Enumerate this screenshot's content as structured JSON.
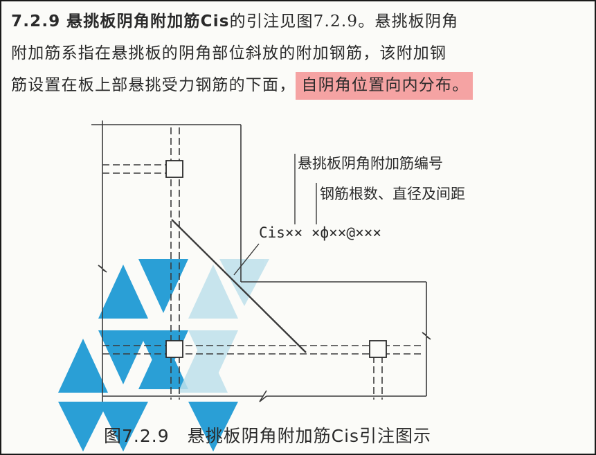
{
  "text": {
    "section_number": "7.2.9",
    "term": "悬挑板阴角附加筋Cis",
    "line1_rest": "的引注见图7.2.9。悬挑板阴角",
    "line2": "附加筋系指在悬挑板的阴角部位斜放的附加钢筋，该附加钢",
    "line3_plain": "筋设置在板上部悬挑受力钢筋的下面，",
    "line3_highlight": "自阴角位置向内分布。"
  },
  "figure": {
    "label_code_name": "悬挑板阴角附加筋编号",
    "label_spec": "钢筋根数、直径及间距",
    "notation": "Cis×× ×ф××@×××",
    "caption": "图7.2.9　悬挑板阴角附加筋Cis引注图示"
  },
  "colors": {
    "highlight": "#f5a3a3",
    "watermark_primary": "#2a9fd6",
    "watermark_secondary": "#bfe1ec",
    "ink": "#2a2a2a"
  }
}
